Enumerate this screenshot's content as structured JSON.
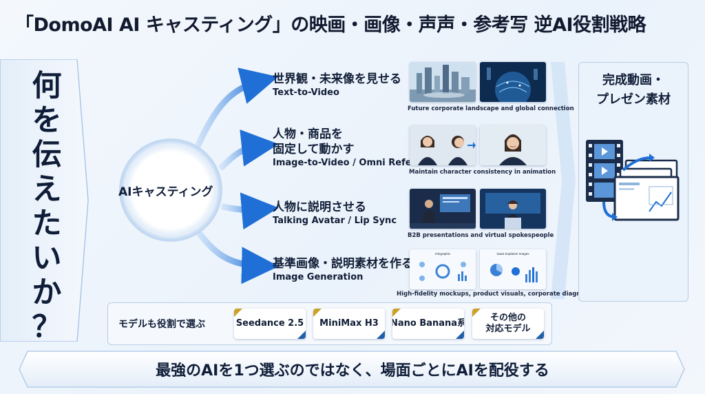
{
  "title": "「DomoAI AI キャスティング」の映画・画像・声声・参考写 逆AI役割戦略",
  "question": [
    "何",
    "を",
    "伝",
    "え",
    "た",
    "い",
    "か",
    "？"
  ],
  "hub_label": "AIキャスティング",
  "categories": [
    {
      "jp": [
        "世界観・未来像を見せる"
      ],
      "en": "Text-to-Video",
      "caption": "Future corporate landscape and global connection",
      "thumbs": [
        "city-skyline",
        "globe-network"
      ]
    },
    {
      "jp": [
        "人物・商品を",
        "固定して動かす"
      ],
      "en": "Image-to-Video / Omni Reference",
      "caption": "Maintain character consistency in animation",
      "thumbs": [
        "woman-front-profile",
        "woman-smile"
      ]
    },
    {
      "jp": [
        "人物に説明させる"
      ],
      "en": "Talking Avatar / Lip Sync",
      "caption": "B2B presentations and virtual spokespeople",
      "thumbs": [
        "presenter-screen",
        "news-anchor"
      ]
    },
    {
      "jp": [
        "基準画像・説明素材を作る"
      ],
      "en": "Image Generation",
      "caption": "High-fidelity mockups, product visuals, corporate diagrams",
      "thumbs": [
        "infographic",
        "explainer-images"
      ],
      "thumb_titles": [
        "Infographic",
        "SaaS Explainer Images"
      ]
    }
  ],
  "output": {
    "title": [
      "完成動画・",
      "プレゼン素材"
    ],
    "icon": "video-to-presentation-icon"
  },
  "models": {
    "label": "モデルも役割で選ぶ",
    "items": [
      [
        "Seedance 2.5"
      ],
      [
        "MiniMax H3"
      ],
      [
        "Nano Banana系"
      ],
      [
        "その他の",
        "対応モデル"
      ]
    ]
  },
  "bottom_message": "最強のAIを1つ選ぶのではなく、場面ごとにAIを配役する",
  "colors": {
    "accent": "#1f6fd6",
    "arrow": "#2a7be4",
    "gold": "#c9a227",
    "navy": "#0f1d38",
    "panel": "#eaf2fb"
  }
}
